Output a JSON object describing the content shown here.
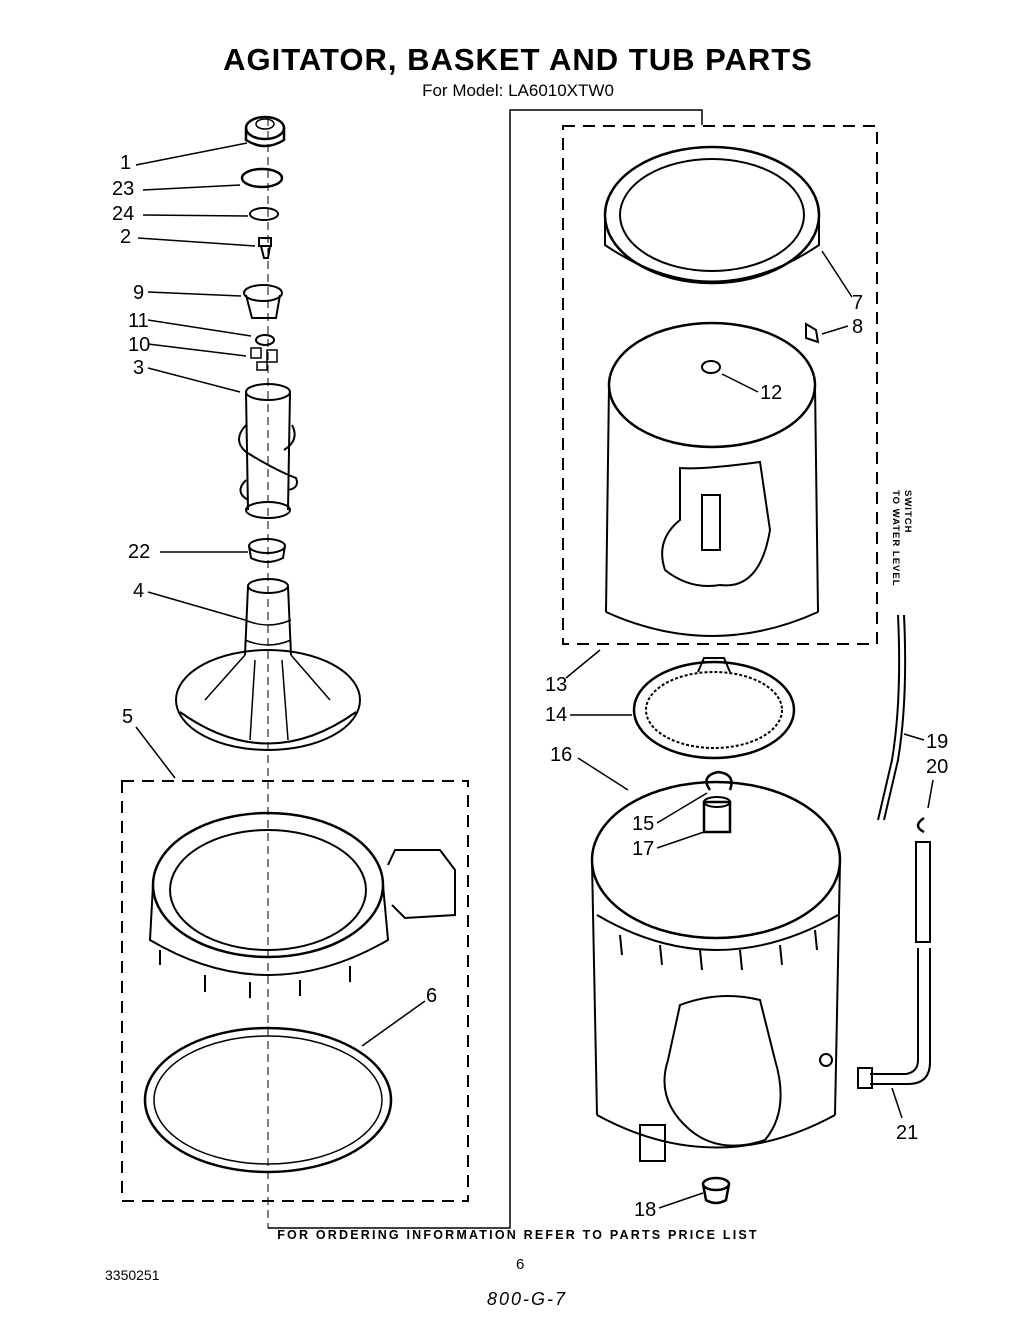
{
  "title": "AGITATOR, BASKET AND TUB PARTS",
  "subtitle": "For Model: LA6010XTW0",
  "footer": {
    "ordering_note": "FOR ORDERING INFORMATION REFER TO PARTS PRICE LIST",
    "document_number": "3350251",
    "page_number": "6",
    "handwritten_note": "800-G-7"
  },
  "side_label": {
    "line1": "TO WATER LEVEL",
    "line2": "SWITCH"
  },
  "callouts": [
    "1",
    "23",
    "24",
    "2",
    "9",
    "11",
    "10",
    "3",
    "22",
    "4",
    "5",
    "6",
    "7",
    "8",
    "12",
    "13",
    "14",
    "16",
    "15",
    "17",
    "18",
    "19",
    "20",
    "21"
  ]
}
